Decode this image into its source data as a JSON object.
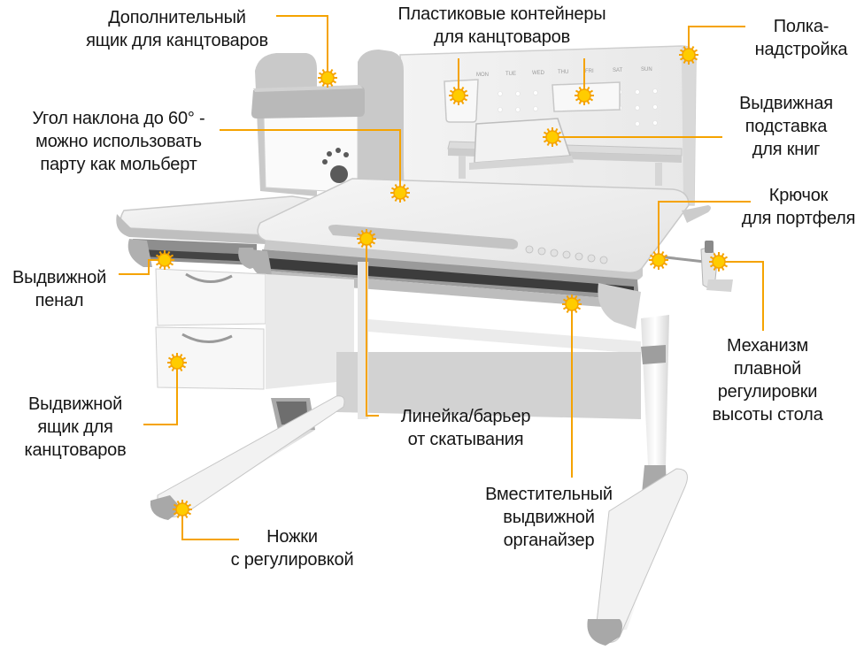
{
  "labels": {
    "extra_drawer": [
      "Дополнительный",
      "ящик для канцтоваров"
    ],
    "containers": [
      "Пластиковые контейнеры",
      "для канцтоваров"
    ],
    "shelf": [
      "Полка-",
      "надстройка"
    ],
    "tilt": [
      "Угол наклона до 60° -",
      "можно использовать",
      "парту как мольберт"
    ],
    "book_stand": [
      "Выдвижная",
      "подставка",
      "для книг"
    ],
    "hook": [
      "Крючок",
      "для портфеля"
    ],
    "pencil_case": [
      "Выдвижной",
      "пенал"
    ],
    "mechanism": [
      "Механизм",
      "плавной",
      "регулировки",
      "высоты стола"
    ],
    "side_drawer": [
      "Выдвижной",
      "ящик для",
      "канцтоваров"
    ],
    "ruler": [
      "Линейка/барьер",
      "от скатывания"
    ],
    "organizer": [
      "Вместительный",
      "выдвижной",
      "органайзер"
    ],
    "legs": [
      "Ножки",
      "с регулировкой"
    ]
  },
  "calendar_days": [
    "MON",
    "TUE",
    "WED",
    "THU",
    "FRI",
    "SAT",
    "SUN"
  ],
  "colors": {
    "accent": "#f5a300",
    "marker_core": "#ffcc00",
    "desk_light": "#eeeeee",
    "desk_gray": "#b5b5b5",
    "text": "#151515"
  }
}
